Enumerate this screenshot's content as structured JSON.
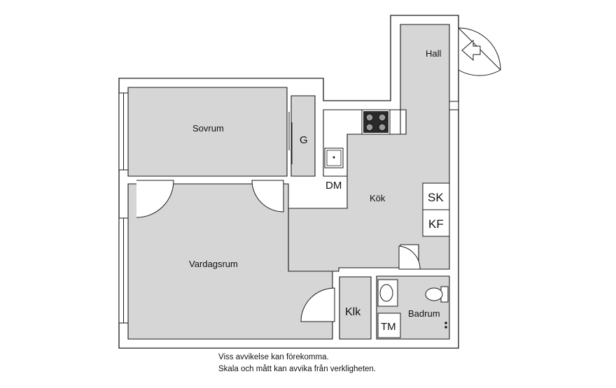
{
  "rooms": {
    "hall": "Hall",
    "sovrum": "Sovrum",
    "garderob": "G",
    "diskmaskin": "DM",
    "kok": "Kök",
    "skap": "SK",
    "kylfrys": "KF",
    "vardagsrum": "Vardagsrum",
    "klk": "Klk",
    "badrum": "Badrum",
    "tvattmaskin": "TM"
  },
  "disclaimer": {
    "line1": "Viss avvikelse kan förekomma.",
    "line2": "Skala och mått kan avvika från verkligheten."
  },
  "colors": {
    "floor": "#d6d6d6",
    "wall": "#ffffff",
    "outline": "#1a1a1a"
  }
}
